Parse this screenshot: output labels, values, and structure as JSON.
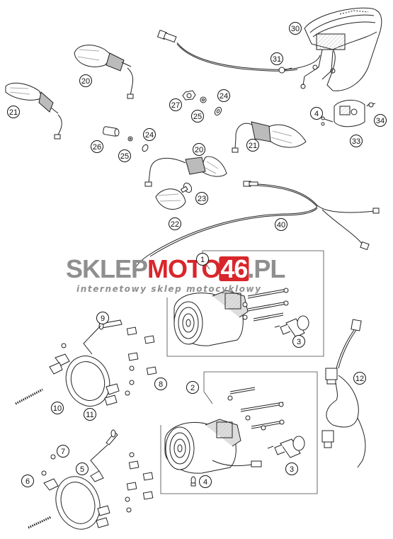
{
  "diagram": {
    "callouts": [
      {
        "label": "30"
      },
      {
        "label": "31"
      },
      {
        "label": "20"
      },
      {
        "label": "21"
      },
      {
        "label": "27"
      },
      {
        "label": "25"
      },
      {
        "label": "24"
      },
      {
        "label": "4"
      },
      {
        "label": "34"
      },
      {
        "label": "33"
      },
      {
        "label": "26"
      },
      {
        "label": "25"
      },
      {
        "label": "24"
      },
      {
        "label": "20"
      },
      {
        "label": "21"
      },
      {
        "label": "23"
      },
      {
        "label": "22"
      },
      {
        "label": "40"
      },
      {
        "label": "1"
      },
      {
        "label": "3"
      },
      {
        "label": "9"
      },
      {
        "label": "8"
      },
      {
        "label": "10"
      },
      {
        "label": "11"
      },
      {
        "label": "2"
      },
      {
        "label": "12"
      },
      {
        "label": "7"
      },
      {
        "label": "5"
      },
      {
        "label": "6"
      },
      {
        "label": "3"
      },
      {
        "label": "4"
      }
    ]
  },
  "watermark": {
    "brand_part1": "SKLEP",
    "brand_part2": "MOTO",
    "brand_num": "46",
    "brand_part3": ".PL",
    "tagline": "internetowy sklep motocyklowy",
    "colors": {
      "grey": "#8f8f8f",
      "red": "#d9262b"
    }
  }
}
